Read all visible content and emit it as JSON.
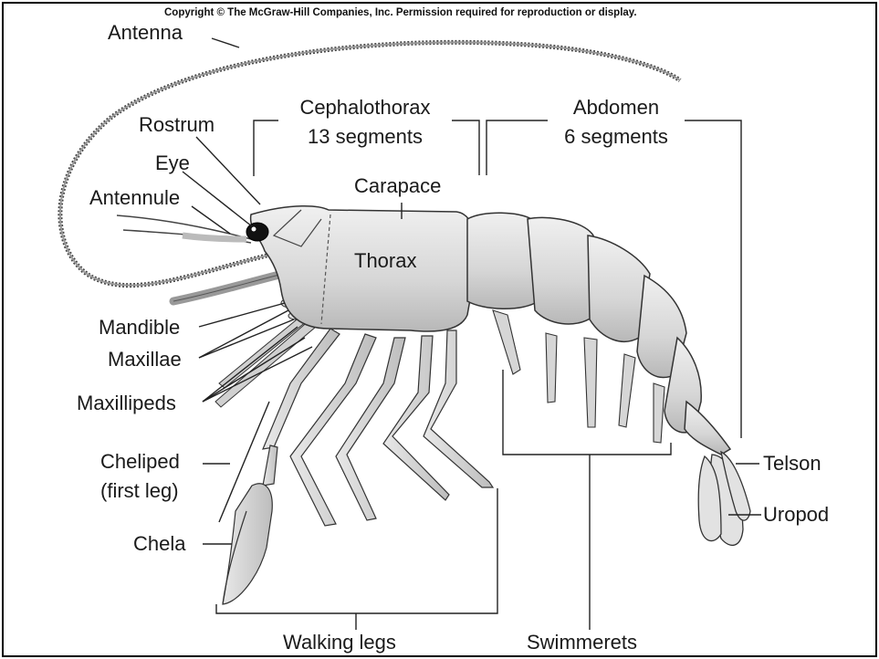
{
  "copyright": "Copyright © The McGraw-Hill Companies, Inc. Permission required for reproduction or display.",
  "labels": {
    "antenna": "Antenna",
    "rostrum": "Rostrum",
    "eye": "Eye",
    "antennule": "Antennule",
    "cephalothorax_title": "Cephalothorax",
    "cephalothorax_sub": "13 segments",
    "abdomen_title": "Abdomen",
    "abdomen_sub": "6 segments",
    "carapace": "Carapace",
    "thorax": "Thorax",
    "mandible": "Mandible",
    "maxillae": "Maxillae",
    "maxillipeds": "Maxillipeds",
    "cheliped": "Cheliped",
    "first_leg": "(first leg)",
    "chela": "Chela",
    "walking_legs": "Walking legs",
    "swimmerets": "Swimmerets",
    "telson": "Telson",
    "uropod": "Uropod"
  },
  "colors": {
    "body_fill": "#d9d9d9",
    "body_stroke": "#3a3a3a",
    "line": "#2a2a2a",
    "border": "#000000"
  }
}
